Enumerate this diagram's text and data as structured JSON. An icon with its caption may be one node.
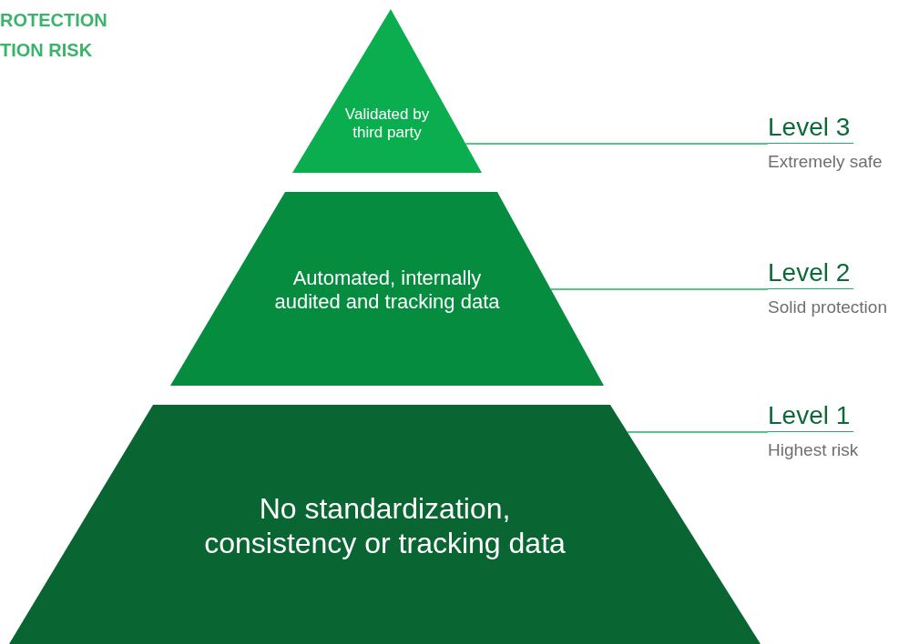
{
  "diagram": {
    "nodes": [
      {
        "text": [
          "Validated by third party"
        ]
      },
      {
        "text": [
          "Automated, internally audited and tracking data"
        ]
      },
      {
        "text": [
          "No standardization, consistency or tracking data"
        ]
      },
      {
        "text": [
          "Level 3",
          "Extremely safe"
        ]
      },
      {
        "text": [
          "Level 2",
          "Solid protection"
        ]
      },
      {
        "text": [
          "Level 1",
          "Highest risk"
        ]
      }
    ],
    "edges": [
      {
        "from": 0,
        "to": 3,
        "arrow": "none"
      },
      {
        "from": 1,
        "to": 4,
        "arrow": "none"
      },
      {
        "from": 2,
        "to": 5,
        "arrow": "none"
      }
    ],
    "labels": [
      "ROTECTION",
      "TION RISK"
    ]
  }
}
